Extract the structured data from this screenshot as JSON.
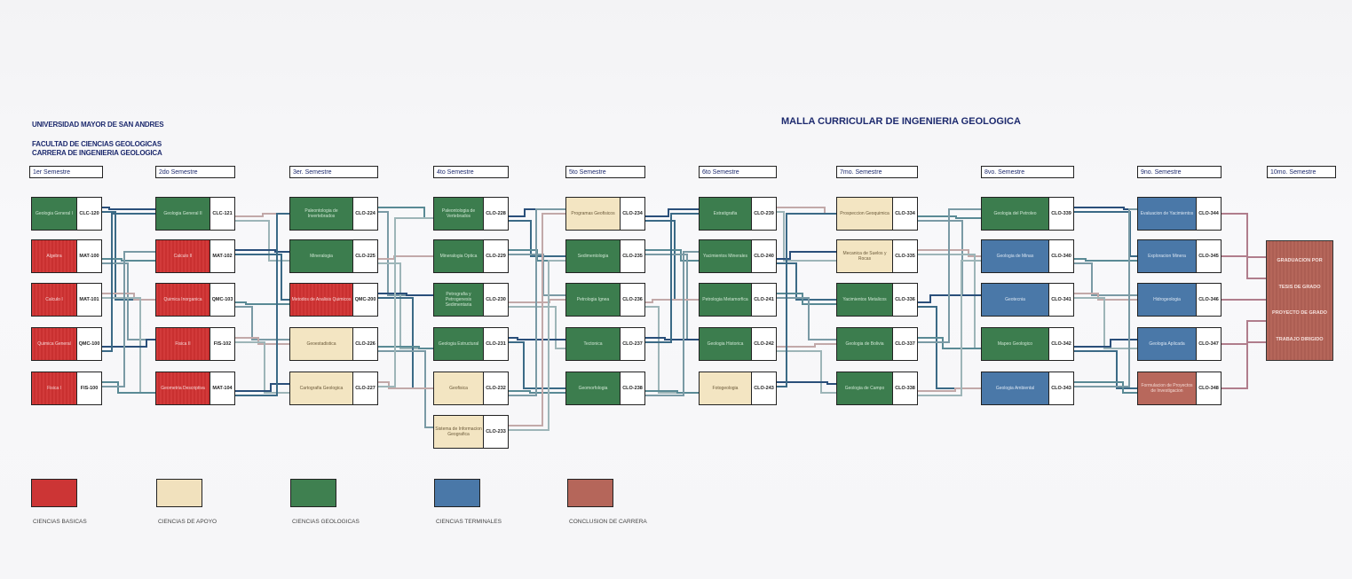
{
  "header": {
    "university": "UNIVERSIDAD MAYOR DE SAN ANDRES",
    "faculty": "FACULTAD DE CIENCIAS GEOLOGICAS",
    "career": "CARRERA DE INGENIERIA GEOLOGICA",
    "title": "MALLA CURRICULAR DE INGENIERIA GEOLOGICA"
  },
  "semesters": [
    "1er Semestre",
    "2do Semestre",
    "3er. Semestre",
    "4to Semestre",
    "5to Semestre",
    "6to Semestre",
    "7mo. Semestre",
    "8vo. Semestre",
    "9no. Semestre",
    "10mo. Semestre"
  ],
  "courses": [
    {
      "name": "Geologia General I",
      "code": "CLC-120",
      "color": "green"
    },
    {
      "name": "Algebra",
      "code": "MAT-100",
      "color": "red"
    },
    {
      "name": "Calculo I",
      "code": "MAT-101",
      "color": "red"
    },
    {
      "name": "Quimica General",
      "code": "QMC-100",
      "color": "red"
    },
    {
      "name": "Fisica I",
      "code": "FIS-100",
      "color": "red"
    },
    {
      "name": "Geologia General II",
      "code": "CLC-121",
      "color": "green"
    },
    {
      "name": "Calculo II",
      "code": "MAT-102",
      "color": "red"
    },
    {
      "name": "Quimica Inorganica",
      "code": "QMC-103",
      "color": "red"
    },
    {
      "name": "Fisica II",
      "code": "FIS-102",
      "color": "red"
    },
    {
      "name": "Geometria Descriptiva",
      "code": "MAT-104",
      "color": "red"
    },
    {
      "name": "Paleontologia de Invertebrados",
      "code": "CLO-224",
      "color": "green"
    },
    {
      "name": "Mineralogia",
      "code": "CLO-225",
      "color": "green"
    },
    {
      "name": "Metodos de Analisis Quimicos",
      "code": "QMC-200",
      "color": "red"
    },
    {
      "name": "Geoestadistica",
      "code": "CLO-226",
      "color": "tan"
    },
    {
      "name": "Cartografia Geologica",
      "code": "CLO-227",
      "color": "tan"
    },
    {
      "name": "Paleontologia de Vertebrados",
      "code": "CLO-228",
      "color": "green"
    },
    {
      "name": "Mineralogia Optica",
      "code": "CLO-229",
      "color": "green"
    },
    {
      "name": "Petrografia y Petrogenesis Sedimentaria",
      "code": "CLO-230",
      "color": "green"
    },
    {
      "name": "Geologia Estructural",
      "code": "CLO-231",
      "color": "green"
    },
    {
      "name": "Geofisica",
      "code": "CLO-232",
      "color": "tan"
    },
    {
      "name": "Sistema de Informacion Geografica",
      "code": "CLO-233",
      "color": "tan"
    },
    {
      "name": "Programas Geofisicos",
      "code": "CLO-234",
      "color": "tan"
    },
    {
      "name": "Sedimentologia",
      "code": "CLO-235",
      "color": "green"
    },
    {
      "name": "Petrologia Ignea",
      "code": "CLO-236",
      "color": "green"
    },
    {
      "name": "Tectonica",
      "code": "CLO-237",
      "color": "green"
    },
    {
      "name": "Geomorfologia",
      "code": "CLO-238",
      "color": "green"
    },
    {
      "name": "Estratigrafia",
      "code": "CLO-239",
      "color": "green"
    },
    {
      "name": "Yacimientos Minerales",
      "code": "CLO-240",
      "color": "green"
    },
    {
      "name": "Petrologia Metamorfica",
      "code": "CLO-241",
      "color": "green"
    },
    {
      "name": "Geologia Historica",
      "code": "CLO-242",
      "color": "green"
    },
    {
      "name": "Fotogeologia",
      "code": "CLO-243",
      "color": "tan"
    },
    {
      "name": "Prospeccion Geoquimica",
      "code": "CLO-334",
      "color": "tan"
    },
    {
      "name": "Mecanica de Suelos y Rocas",
      "code": "CLO-335",
      "color": "tan"
    },
    {
      "name": "Yacimientos Metalicos",
      "code": "CLO-336",
      "color": "green"
    },
    {
      "name": "Geologia de Bolivia",
      "code": "CLO-337",
      "color": "green"
    },
    {
      "name": "Geologia de Campo",
      "code": "CLO-338",
      "color": "green"
    },
    {
      "name": "Geologia del Petroleo",
      "code": "CLO-339",
      "color": "green"
    },
    {
      "name": "Geologia de Minas",
      "code": "CLO-340",
      "color": "blue"
    },
    {
      "name": "Geotecnia",
      "code": "CLO-341",
      "color": "blue"
    },
    {
      "name": "Mapeo Geologico",
      "code": "CLO-342",
      "color": "green"
    },
    {
      "name": "Geologia Ambiental",
      "code": "CLO-343",
      "color": "blue"
    },
    {
      "name": "Evaluacion de Yacimientos",
      "code": "CLO-344",
      "color": "blue"
    },
    {
      "name": "Exploracion Minera",
      "code": "CLO-345",
      "color": "blue"
    },
    {
      "name": "Hidrogeologia",
      "code": "CLO-346",
      "color": "blue"
    },
    {
      "name": "Geologia Aplicada",
      "code": "CLO-347",
      "color": "blue"
    },
    {
      "name": "Formulacion de Proyectos de Investigacion",
      "code": "CLO-348",
      "color": "brown"
    }
  ],
  "final_box": [
    "GRADUACION POR",
    "TESIS DE GRADO",
    "PROYECTO DE GRADO",
    "TRABAJO DIRIGIDO"
  ],
  "legend": [
    {
      "label": "CIENCIAS BASICAS",
      "color": "#cc3535"
    },
    {
      "label": "CIENCIAS DE APOYO",
      "color": "#f1e1bd"
    },
    {
      "label": "CIENCIAS GEOLOGICAS",
      "color": "#3f8050"
    },
    {
      "label": "CIENCIAS TERMINALES",
      "color": "#4a78a8"
    },
    {
      "label": "CONCLUSION DE CARRERA",
      "color": "#b5665a"
    }
  ]
}
